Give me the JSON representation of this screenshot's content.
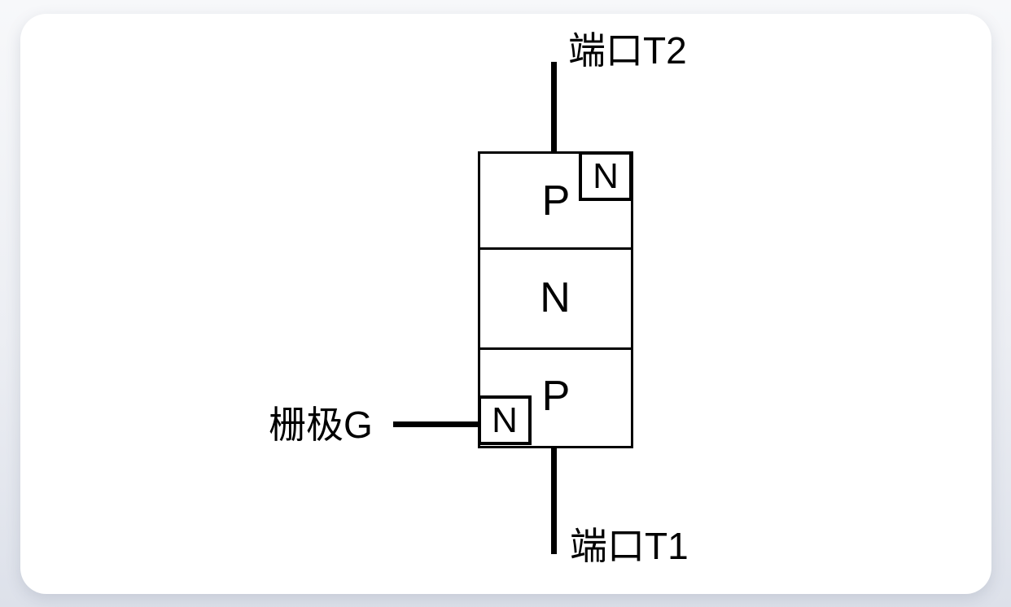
{
  "page": {
    "background_top": "#f7f8fa",
    "background_bottom": "#dde1ea",
    "card_background": "#ffffff",
    "line_color": "#000000"
  },
  "diagram": {
    "type": "semiconductor-structure",
    "terminal_t2": {
      "label": "端口T2"
    },
    "terminal_t1": {
      "label": "端口T1"
    },
    "gate": {
      "label": "栅极G"
    },
    "layers": [
      {
        "name": "p-top",
        "label": "P"
      },
      {
        "name": "n-middle",
        "label": "N"
      },
      {
        "name": "p-bottom",
        "label": "P"
      }
    ],
    "wells": [
      {
        "name": "n-well-top-right",
        "label": "N"
      },
      {
        "name": "n-well-gate",
        "label": "N"
      }
    ]
  }
}
